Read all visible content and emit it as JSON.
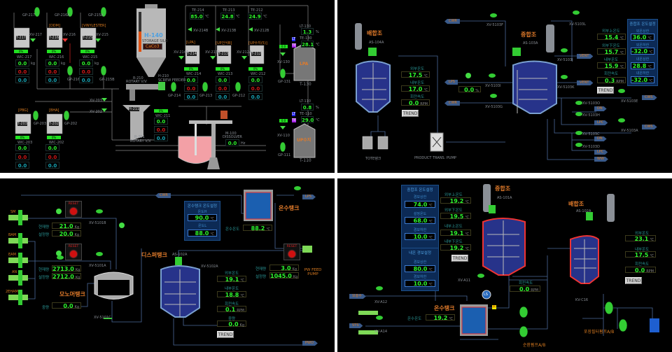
{
  "colors": {
    "background": "#000000",
    "value_green": "#2df52d",
    "alarm_red": "#d01818",
    "value_cyan": "#17a5b5",
    "title_orange": "#e07a2a",
    "panel_blue": "#0c2a55"
  },
  "q1": {
    "pumps": [
      "GP-217",
      "GP-216A",
      "GP-215A",
      "GP-216B",
      "GP-215B",
      "GP-203",
      "GP-202",
      "GP-214",
      "GP-213",
      "GP-212",
      "GP-131",
      "GP-111"
    ],
    "materials": [
      "[DDM]",
      "[VINYLESTER]",
      "[PBG]",
      "[BHA]",
      "[LPA]",
      "[UP건식B]",
      "[UP수지(5)]"
    ],
    "hoppers": [
      "T-217",
      "T-216",
      "T-215",
      "T-203",
      "T-202",
      "T-214",
      "T-213",
      "T-212"
    ],
    "valves": [
      "XV-217",
      "XV-216",
      "XV-215",
      "XV-203",
      "XV-202",
      "XV-214B",
      "XV-213B",
      "XV-212B",
      "XV-214A",
      "XV-213A",
      "XV-212A",
      "XV-130",
      "XV-110"
    ],
    "weighers": [
      "WIC-217",
      "WIC-216",
      "WIC-215",
      "WIC-203",
      "WIC-202",
      "WIC-211",
      "WIC-214",
      "WIC-213",
      "WIC-212"
    ],
    "bar_pct": "0%",
    "weight": "0.0",
    "red_val": "0.0",
    "cyan_val": "0.0",
    "unit_kg": "kg",
    "silo": {
      "tag": "H-140",
      "sub": "STORAGE SILO",
      "material": "CaCo3"
    },
    "feeder": {
      "tag": "H-210",
      "sub": "SCREW FEEDER"
    },
    "hopper211": "H-211",
    "rotary": [
      {
        "tag": "R-210",
        "sub": "ROTARY V/V"
      },
      {
        "tag": "R-201",
        "sub": "ROTARY V/V"
      }
    ],
    "te": [
      {
        "tag": "TE-214",
        "value": "85.0"
      },
      {
        "tag": "TE-213",
        "value": "24.8"
      },
      {
        "tag": "TE-212",
        "value": "24.9"
      }
    ],
    "unit_c": "℃",
    "dissolver": {
      "tag": "M-100",
      "sub": "DISSOLVER",
      "value": "0.0",
      "unit": "Hz"
    },
    "tank130": {
      "tag": "T-130",
      "name": "LPA",
      "lt_tag": "LT-130",
      "level": "1.3",
      "te_tag": "TE-130",
      "temp": "28.1",
      "flow": "0.0"
    },
    "tank110": {
      "tag": "T-110",
      "name": "UP수지",
      "lt_tag": "LT-110",
      "level": "0.8",
      "te_tag": "TE-110",
      "temp": "29.0",
      "flow": "0.0"
    },
    "unit_pct": "%",
    "lt_badge": "LT",
    "te_badge": "TE"
  },
  "q2": {
    "mix": {
      "title": "배합조",
      "tag": "AS-104A",
      "ext_label": "외부온도",
      "ext": "17.5",
      "int_label": "내부온도",
      "int": "17.0",
      "rpm_label": "회전속도",
      "rpm": "0.0",
      "unit_c": "℃",
      "unit_rpm": "RPM",
      "trend": "TREND"
    },
    "tote": "TOTE탱크",
    "pump": "PRODUCT TRANS. PUMP",
    "flow": {
      "value": "0.0",
      "unit": "%"
    },
    "tags": {
      "cwr1": "CWR",
      "lps": "LPS",
      "cwr2": "CWR",
      "vent1": "VENT",
      "vent2": "VENT",
      "cws1": "CWS",
      "dn1": "DN",
      "lpc1": "LPC",
      "cws2": "CWS",
      "dn2": "DN",
      "lpc2": "LPC",
      "ww": "WW"
    },
    "valves": [
      "XV-5103F",
      "XV-5103I",
      "XV-5103G",
      "XV-5103L",
      "XV-5103J",
      "XV-5103K",
      "XV-5103E",
      "XV-5103O",
      "XV-5103H",
      "XV-5103A",
      "XV-5103C",
      "XV-5103D"
    ],
    "poly": {
      "title": "중합조",
      "tag": "AS-103A",
      "l1": "외부上온도",
      "v1": "15.4",
      "l2": "외부下온도",
      "v2": "15.7",
      "l3": "내부온도",
      "v3": "15.9",
      "l4": "회전속도",
      "v4": "0.3",
      "unit_c": "℃",
      "unit_rpm": "RPM",
      "trend": "TREND"
    },
    "setpanel": {
      "title": "중합조 온도설정",
      "l1": "외온상한",
      "v1": "36.0",
      "l2": "외온하한",
      "v2": "-32.0",
      "l3": "내온상한",
      "v3": "28.8",
      "l4": "내온하한",
      "v4": "-32.0",
      "unit": "℃"
    }
  },
  "q3": {
    "pumps": [
      "SM",
      "BAM",
      "EAM",
      "AN",
      "2EHAM"
    ],
    "reset": "RESET",
    "f1": {
      "cur_label": "현재량",
      "cur": "21.0",
      "set_label": "설정량",
      "set": "20.0",
      "unit": "Kg"
    },
    "f2": {
      "cur_label": "현재량",
      "cur": "2713.0",
      "set_label": "설정량",
      "set": "2712.0",
      "unit": "Kg"
    },
    "valves": [
      "XV-5101B",
      "XV-5101A",
      "XV-5101C",
      "XV-5102A"
    ],
    "mono": {
      "title": "모노머탱크",
      "w_label": "중량",
      "w": "0.0",
      "unit": "Kg"
    },
    "disp": {
      "title": "디스퍼탱크",
      "tag": "AS-102A",
      "l1": "외부온도",
      "v1": "19.1",
      "l2": "내부온도",
      "v2": "18.8",
      "l3": "회전속도",
      "v3": "0.1",
      "l4": "중량",
      "v4": "0.0",
      "unit_c": "℃",
      "unit_rpm": "RPM",
      "unit_kg": "Kg",
      "trend": "TREND"
    },
    "hot": {
      "title": "온수탱크",
      "t_label": "온수온도",
      "t": "88.2",
      "unit": "℃"
    },
    "hotset": {
      "title": "온수탱크 온도설정",
      "l1": "온도H",
      "v1": "90.0",
      "l2": "온도L",
      "v2": "88.0",
      "unit": "℃"
    },
    "f3": {
      "cur_label": "현재량",
      "cur": "3.0",
      "set_label": "설정량",
      "set": "1045.0",
      "unit": "Kg"
    },
    "pwpump": "PW FEED PUMP",
    "tags": {
      "cwr": "CWR",
      "lps": "LPS",
      "pwo": "PWO"
    }
  },
  "q4": {
    "setpanel": {
      "title": "중합조 온도설정",
      "l1": "경보상한",
      "v1": "74.0",
      "l2": "설정온도",
      "v2": "68.0",
      "l3": "경보하한",
      "v3": "10.0",
      "unit": "℃"
    },
    "alarmpanel": {
      "title": "내온 경보설정",
      "l1": "경보상한",
      "v1": "80.0",
      "l2": "경보하한",
      "v2": "10.0",
      "unit": "℃"
    },
    "poly": {
      "title": "중합조",
      "tag": "AS-101A",
      "l1": "외부上온도",
      "v1": "19.2",
      "l2": "외부下온도",
      "v2": "19.5",
      "l3": "내부上온도",
      "v3": "19.1",
      "l4": "내부下온도",
      "v4": "19.2",
      "unit_c": "℃",
      "trend": "TREND",
      "rpm_label": "회전속도",
      "rpm": "0.0",
      "unit_rpm": "RPM"
    },
    "valves": [
      "XV-A11",
      "XV-A12",
      "XV-A14",
      "KV-C16"
    ],
    "tags": {
      "makeup": "보충수",
      "sts": "STS"
    },
    "hot": {
      "title": "온수탱크",
      "t_label": "온수온도",
      "t": "19.2",
      "unit": "℃",
      "ls": "LS",
      "h": "H"
    },
    "mix": {
      "title": "배합조",
      "tag": "AS-102A",
      "l1": "외부온도",
      "v1": "23.1",
      "l2": "내부온도",
      "v2": "17.5",
      "l3": "회전속도",
      "v3": "0.0",
      "unit_c": "℃",
      "unit_rpm": "RPM",
      "trend": "TREND"
    },
    "circ_pump": "순환펌프A/B",
    "filter_pump": "포장필터펌프A/B"
  }
}
